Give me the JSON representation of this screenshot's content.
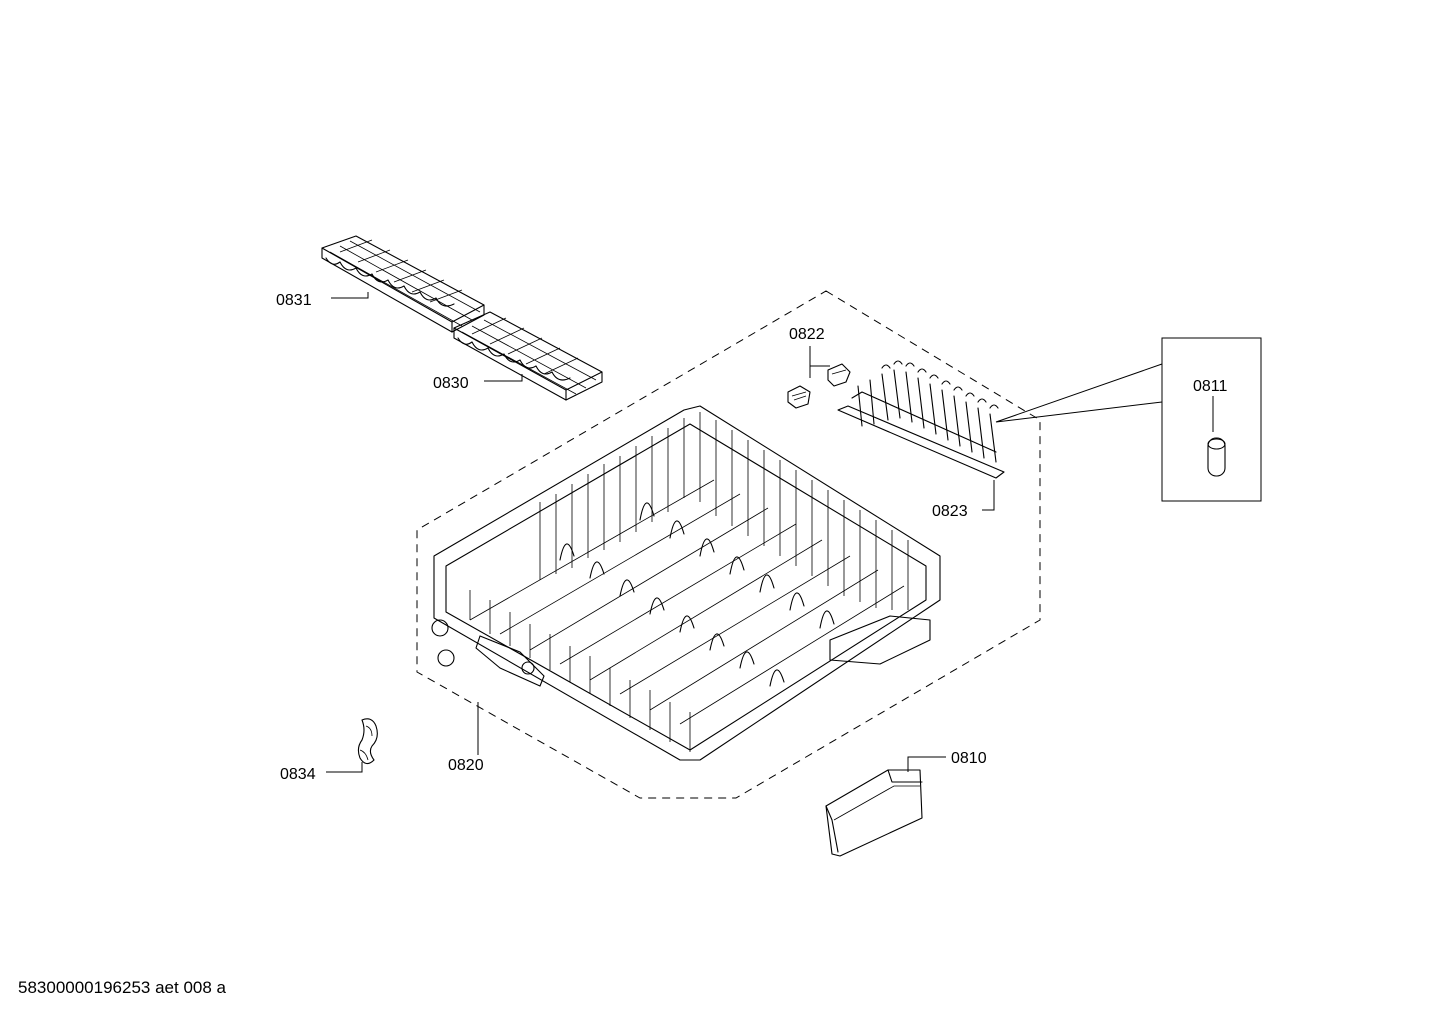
{
  "parts": {
    "p0831": "0831",
    "p0830": "0830",
    "p0822": "0822",
    "p0811": "0811",
    "p0823": "0823",
    "p0820": "0820",
    "p0834": "0834",
    "p0810": "0810"
  },
  "footer": {
    "drawing_id": "58300000196253 aet 008 a"
  }
}
